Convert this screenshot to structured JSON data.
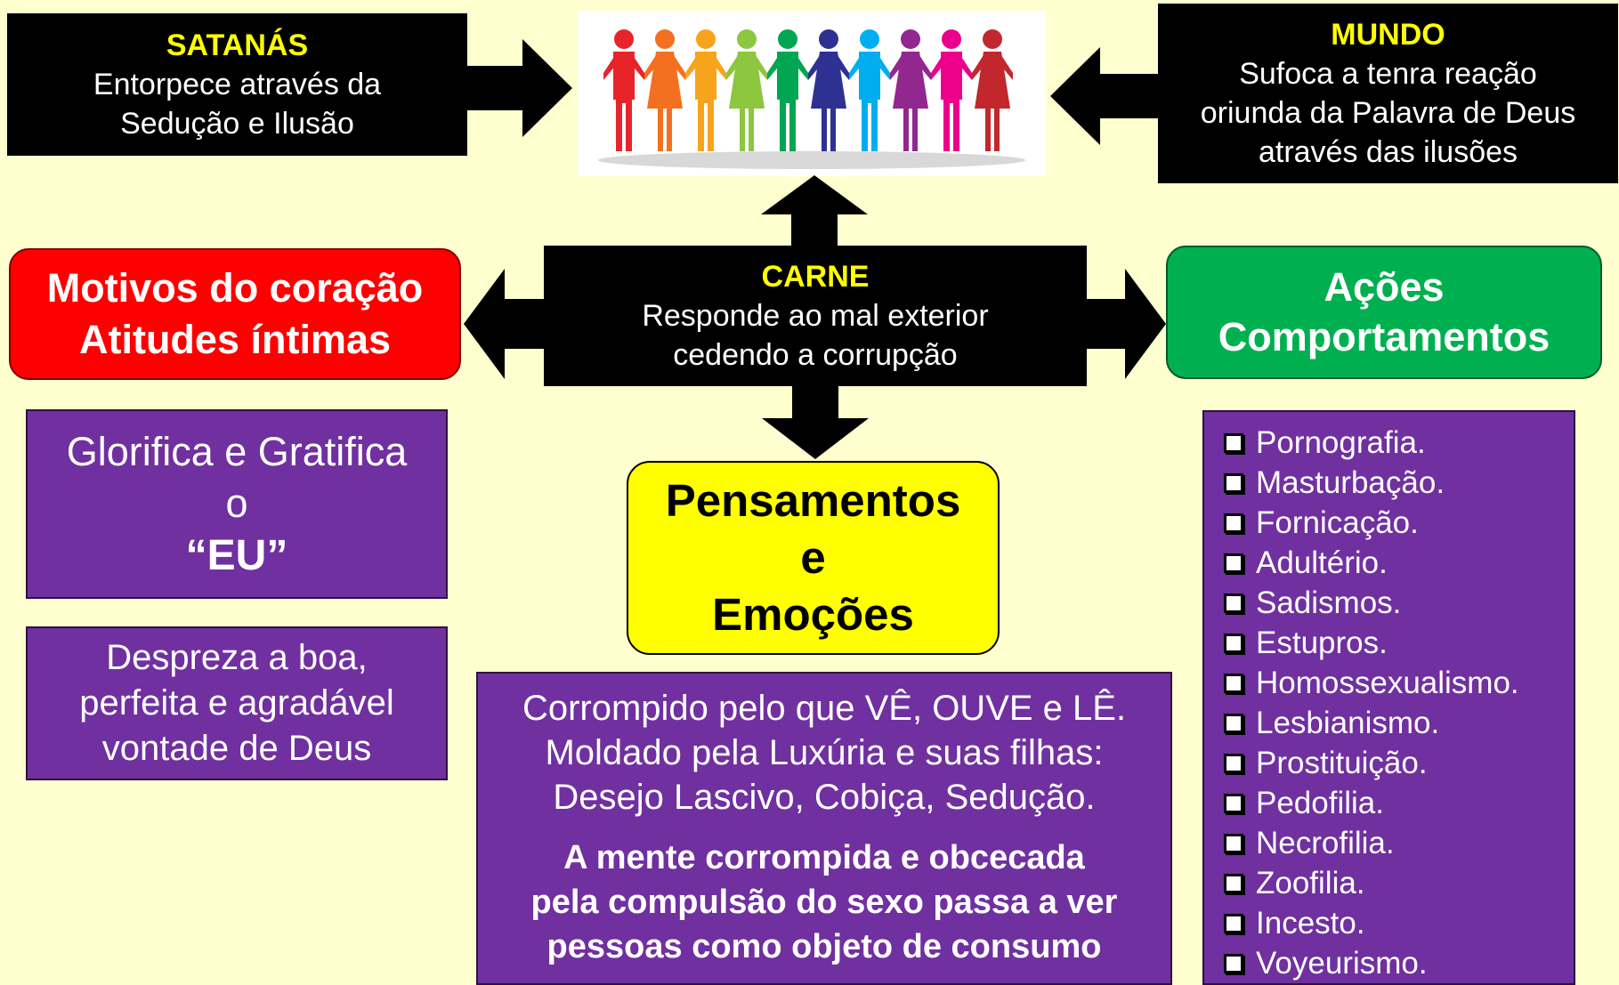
{
  "satanas": {
    "title": "SATANÁS",
    "line1": "Entorpece através da",
    "line2": "Sedução e Ilusão"
  },
  "mundo": {
    "title": "MUNDO",
    "line1": "Sufoca a tenra reação",
    "line2": "oriunda da Palavra de Deus",
    "line3": "através das ilusões"
  },
  "carne": {
    "title": "CARNE",
    "line1": "Responde ao mal exterior",
    "line2": "cedendo a corrupção"
  },
  "motivos": {
    "line1": "Motivos do coração",
    "line2": "Atitudes íntimas"
  },
  "acoes": {
    "line1": "Ações",
    "line2": "Comportamentos"
  },
  "glorifica": {
    "line1": "Glorifica e Gratifica",
    "line2": "o",
    "line3": "“EU”"
  },
  "despreza": {
    "line1": "Despreza a boa,",
    "line2": "perfeita e agradável",
    "line3": "vontade de Deus"
  },
  "pensamentos": {
    "line1": "Pensamentos",
    "line2": "e",
    "line3": "Emoções"
  },
  "corrompido": {
    "line1": "Corrompido pelo que VÊ, OUVE e LÊ.",
    "line2": "Moldado pela Luxúria e suas filhas:",
    "line3": "Desejo Lascivo, Cobiça, Sedução.",
    "bold1": "A mente corrompida e obcecada",
    "bold2": "pela compulsão do sexo passa a ver",
    "bold3": "pessoas como objeto de consumo"
  },
  "list": {
    "items": [
      "Pornografia.",
      "Masturbação.",
      "Fornicação.",
      "Adultério.",
      "Sadismos.",
      "Estupros.",
      "Homossexualismo.",
      "Lesbianismo.",
      "Prostituição.",
      "Pedofilia.",
      "Necrofilia.",
      "Zoofilia.",
      "Incesto.",
      "Voyeurismo."
    ]
  },
  "colors": {
    "background": "#fffecf",
    "black_box": "#000000",
    "title_yellow": "#ffff00",
    "red_box": "#ff0000",
    "green_box": "#00b050",
    "purple_box": "#7030a0",
    "yellow_box": "#ffff00",
    "people": [
      "#e8242b",
      "#f37021",
      "#f7a41d",
      "#8dc63f",
      "#00a651",
      "#2e3192",
      "#00aeef",
      "#92278f",
      "#ec008c",
      "#c1272d"
    ]
  }
}
